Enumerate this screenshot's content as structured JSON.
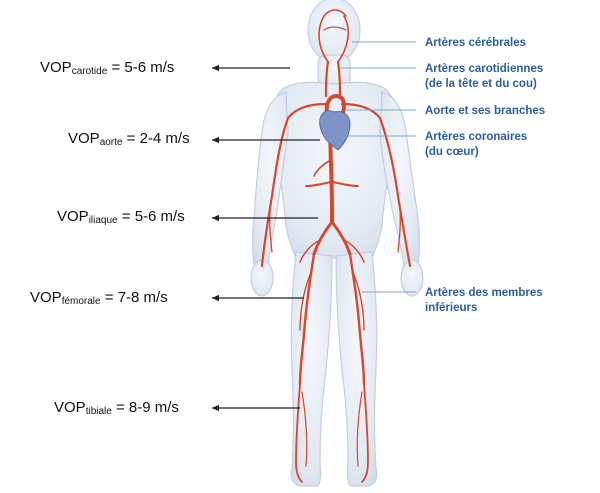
{
  "left_labels": [
    {
      "prefix": "VOP",
      "sub": "carotide",
      "value": "= 5-6 m/s"
    },
    {
      "prefix": "VOP",
      "sub": "aorte",
      "value": "= 2-4 m/s"
    },
    {
      "prefix": "VOP",
      "sub": "iliaque",
      "value": "= 5-6 m/s"
    },
    {
      "prefix": "VOP",
      "sub": "fémorale",
      "value": "= 7-8 m/s"
    },
    {
      "prefix": "VOP",
      "sub": "tibiale",
      "value": "= 8-9 m/s"
    }
  ],
  "right_labels": [
    {
      "line1": "Artères cérébrales",
      "line2": ""
    },
    {
      "line1": "Artères carotidiennes",
      "line2": "(de la tête et du cou)"
    },
    {
      "line1": "Aorte et ses branches",
      "line2": ""
    },
    {
      "line1": "Artères coronaires",
      "line2": "(du cœur)"
    },
    {
      "line1": "Artères des membres",
      "line2": "inférieurs"
    }
  ],
  "colors": {
    "label_blue": "#2a5ea0",
    "leader_line": "#7fa6d6",
    "artery": "#d8472c",
    "body_fill": "#dfe7f2",
    "body_outline": "#c4d0e2",
    "heart": "#7d93c8"
  }
}
